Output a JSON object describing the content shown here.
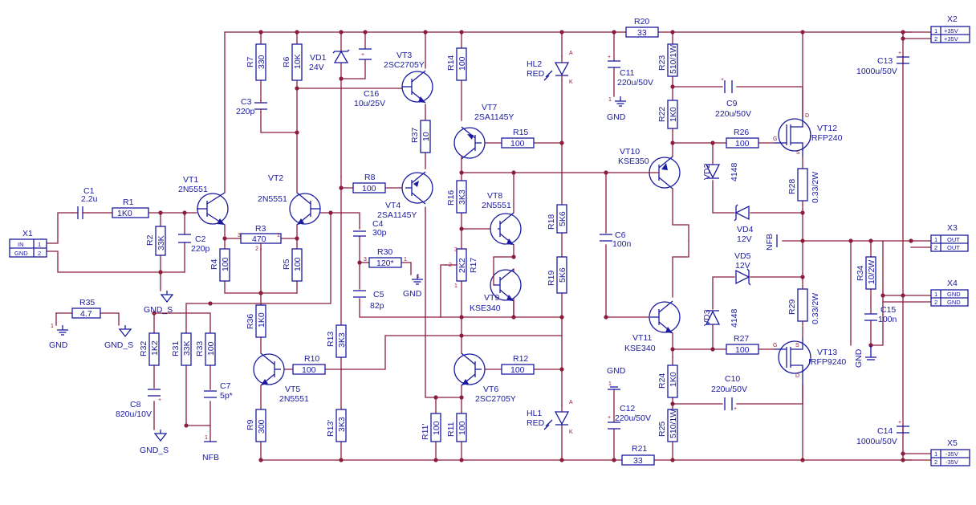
{
  "connectors": {
    "X1": {
      "ref": "X1",
      "pins": [
        "IN",
        "GND"
      ],
      "nums": [
        "1",
        "2"
      ]
    },
    "X2": {
      "ref": "X2",
      "pins": [
        "+35V",
        "+35V"
      ],
      "nums": [
        "1",
        "2"
      ]
    },
    "X3": {
      "ref": "X3",
      "pins": [
        "OUT",
        "OUT"
      ],
      "nums": [
        "1",
        "2"
      ]
    },
    "X4": {
      "ref": "X4",
      "pins": [
        "GND",
        "GND"
      ],
      "nums": [
        "1",
        "2"
      ]
    },
    "X5": {
      "ref": "X5",
      "pins": [
        "-35V",
        "-35V"
      ],
      "nums": [
        "1",
        "2"
      ]
    }
  },
  "resistors": {
    "R1": {
      "ref": "R1",
      "value": "1K0"
    },
    "R2": {
      "ref": "R2",
      "value": "33K"
    },
    "R3": {
      "ref": "R3",
      "value": "470",
      "pins": [
        "3",
        "2",
        "1"
      ]
    },
    "R4": {
      "ref": "R4",
      "value": "100"
    },
    "R5": {
      "ref": "R5",
      "value": "100"
    },
    "R6": {
      "ref": "R6",
      "value": "10K"
    },
    "R7": {
      "ref": "R7",
      "value": "330"
    },
    "R8": {
      "ref": "R8",
      "value": "100"
    },
    "R9": {
      "ref": "R9",
      "value": "300"
    },
    "R10": {
      "ref": "R10",
      "value": "100"
    },
    "R11": {
      "ref": "R11",
      "value": "100"
    },
    "R11p": {
      "ref": "R11'",
      "value": "100"
    },
    "R12": {
      "ref": "R12",
      "value": "100"
    },
    "R13": {
      "ref": "R13",
      "value": "3K3"
    },
    "R13p": {
      "ref": "R13'",
      "value": "3K3"
    },
    "R14": {
      "ref": "R14",
      "value": "100"
    },
    "R15": {
      "ref": "R15",
      "value": "100"
    },
    "R16": {
      "ref": "R16",
      "value": "3K3"
    },
    "R17": {
      "ref": "R17",
      "value": "2K2",
      "pins": [
        "3",
        "2",
        "1"
      ]
    },
    "R18": {
      "ref": "R18",
      "value": "5K6"
    },
    "R19": {
      "ref": "R19",
      "value": "5K6"
    },
    "R20": {
      "ref": "R20",
      "value": "33"
    },
    "R21": {
      "ref": "R21",
      "value": "33"
    },
    "R22": {
      "ref": "R22",
      "value": "1K0"
    },
    "R23": {
      "ref": "R23",
      "value": "510/1W"
    },
    "R24": {
      "ref": "R24",
      "value": "1K0"
    },
    "R25": {
      "ref": "R25",
      "value": "510/1W"
    },
    "R26": {
      "ref": "R26",
      "value": "100"
    },
    "R27": {
      "ref": "R27",
      "value": "100"
    },
    "R28": {
      "ref": "R28",
      "value": "0.33/2W"
    },
    "R29": {
      "ref": "R29",
      "value": "0.33/2W"
    },
    "R30": {
      "ref": "R30",
      "value": "120*",
      "pins": [
        "3",
        "1"
      ]
    },
    "R31": {
      "ref": "R31",
      "value": "33K"
    },
    "R32": {
      "ref": "R32",
      "value": "1K2"
    },
    "R33": {
      "ref": "R33",
      "value": "100"
    },
    "R34": {
      "ref": "R34",
      "value": "10/2W"
    },
    "R35": {
      "ref": "R35",
      "value": "4.7"
    },
    "R36": {
      "ref": "R36",
      "value": "1K0"
    },
    "R37": {
      "ref": "R37",
      "value": "10"
    }
  },
  "capacitors": {
    "C1": {
      "ref": "C1",
      "value": "2.2u"
    },
    "C2": {
      "ref": "C2",
      "value": "220p"
    },
    "C3": {
      "ref": "C3",
      "value": "220p"
    },
    "C4": {
      "ref": "C4",
      "value": "30p"
    },
    "C5": {
      "ref": "C5",
      "value": "82p"
    },
    "C6": {
      "ref": "C6",
      "value": "100n"
    },
    "C7": {
      "ref": "C7",
      "value": "5p*"
    },
    "C8": {
      "ref": "C8",
      "value": "820u/10V"
    },
    "C9": {
      "ref": "C9",
      "value": "220u/50V"
    },
    "C10": {
      "ref": "C10",
      "value": "220u/50V"
    },
    "C11": {
      "ref": "C11",
      "value": "220u/50V"
    },
    "C12": {
      "ref": "C12",
      "value": "220u/50V"
    },
    "C13": {
      "ref": "C13",
      "value": "1000u/50V"
    },
    "C14": {
      "ref": "C14",
      "value": "1000u/50V"
    },
    "C15": {
      "ref": "C15",
      "value": "100n"
    },
    "C16": {
      "ref": "C16",
      "value": "10u/25V"
    }
  },
  "transistors": {
    "VT1": {
      "ref": "VT1",
      "value": "2N5551"
    },
    "VT2": {
      "ref": "VT2",
      "value": "2N5551"
    },
    "VT3": {
      "ref": "VT3",
      "value": "2SC2705Y"
    },
    "VT4": {
      "ref": "VT4",
      "value": "2SA1145Y"
    },
    "VT5": {
      "ref": "VT5",
      "value": "2N5551"
    },
    "VT6": {
      "ref": "VT6",
      "value": "2SC2705Y"
    },
    "VT7": {
      "ref": "VT7",
      "value": "2SA1145Y"
    },
    "VT8": {
      "ref": "VT8",
      "value": "2N5551"
    },
    "VT9": {
      "ref": "VT9",
      "value": "KSE340"
    },
    "VT10": {
      "ref": "VT10",
      "value": "KSE350"
    },
    "VT11": {
      "ref": "VT11",
      "value": "KSE340"
    },
    "VT12": {
      "ref": "VT12",
      "value": "IRFP240",
      "pins": [
        "G",
        "D",
        "S"
      ]
    },
    "VT13": {
      "ref": "VT13",
      "value": "IRFP9240",
      "pins": [
        "G",
        "S",
        "D"
      ]
    }
  },
  "diodes": {
    "VD1": {
      "ref": "VD1",
      "value": "24V"
    },
    "VD2": {
      "ref": "VD2",
      "value": "4148"
    },
    "VD3": {
      "ref": "VD3",
      "value": "4148"
    },
    "VD4": {
      "ref": "VD4",
      "value": "12V"
    },
    "VD5": {
      "ref": "VD5",
      "value": "12V"
    },
    "HL1": {
      "ref": "HL1",
      "value": "RED",
      "pins": [
        "A",
        "K"
      ]
    },
    "HL2": {
      "ref": "HL2",
      "value": "RED",
      "pins": [
        "A",
        "K"
      ]
    }
  },
  "nets": {
    "gnd": "GND",
    "gnd_s": "GND_S",
    "nfb": "NFB",
    "pin1": "1",
    "plus": "+"
  },
  "colors": {
    "wire": "#8a1c3c",
    "component": "#1a1aa0",
    "background": "#ffffff"
  }
}
